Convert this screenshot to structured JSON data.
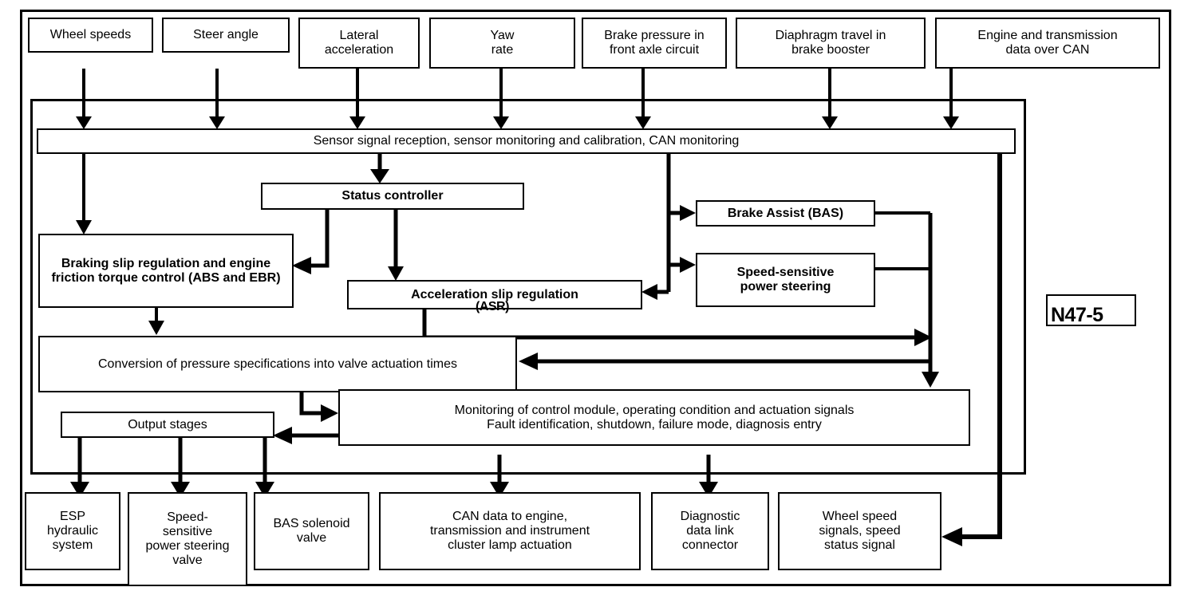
{
  "diagram": {
    "title": "ESP control module function block diagram",
    "reference_tag": "N47-5",
    "colors": {
      "line": "#000000",
      "background": "#ffffff"
    }
  },
  "inputs": [
    {
      "label": "Wheel speeds"
    },
    {
      "label": "Steer angle"
    },
    {
      "label": "Lateral\nacceleration"
    },
    {
      "label": "Yaw\nrate"
    },
    {
      "label": "Brake pressure in\nfront axle circuit"
    },
    {
      "label": "Diaphragm travel in\nbrake booster"
    },
    {
      "label": "Engine and transmission\ndata over CAN"
    }
  ],
  "control_module": {
    "sensor_bar": "Sensor signal reception, sensor monitoring and calibration, CAN monitoring",
    "status_controller": "Status controller",
    "abs_ebr": "Braking slip regulation and engine friction torque control (ABS and EBR)",
    "asr_line1": "Acceleration slip regulation",
    "asr_line2": "(ASR)",
    "brake_assist": "Brake Assist (BAS)",
    "power_steering": "Speed-sensitive\npower steering",
    "conversion": "Conversion of pressure specifications into valve actuation times",
    "monitoring_line1": "Monitoring of control module, operating condition and actuation signals",
    "monitoring_line2": "Fault identification, shutdown, failure mode, diagnosis entry",
    "output_stages": "Output stages"
  },
  "outputs": [
    {
      "label": "ESP\nhydraulic\nsystem"
    },
    {
      "label": "Speed-\nsensitive\npower steering\nvalve"
    },
    {
      "label": "BAS solenoid\nvalve"
    },
    {
      "label": "CAN data to engine,\ntransmission and instrument\ncluster lamp actuation"
    },
    {
      "label": "Diagnostic\ndata link\nconnector"
    },
    {
      "label": "Wheel speed\nsignals, speed\nstatus signal"
    }
  ]
}
